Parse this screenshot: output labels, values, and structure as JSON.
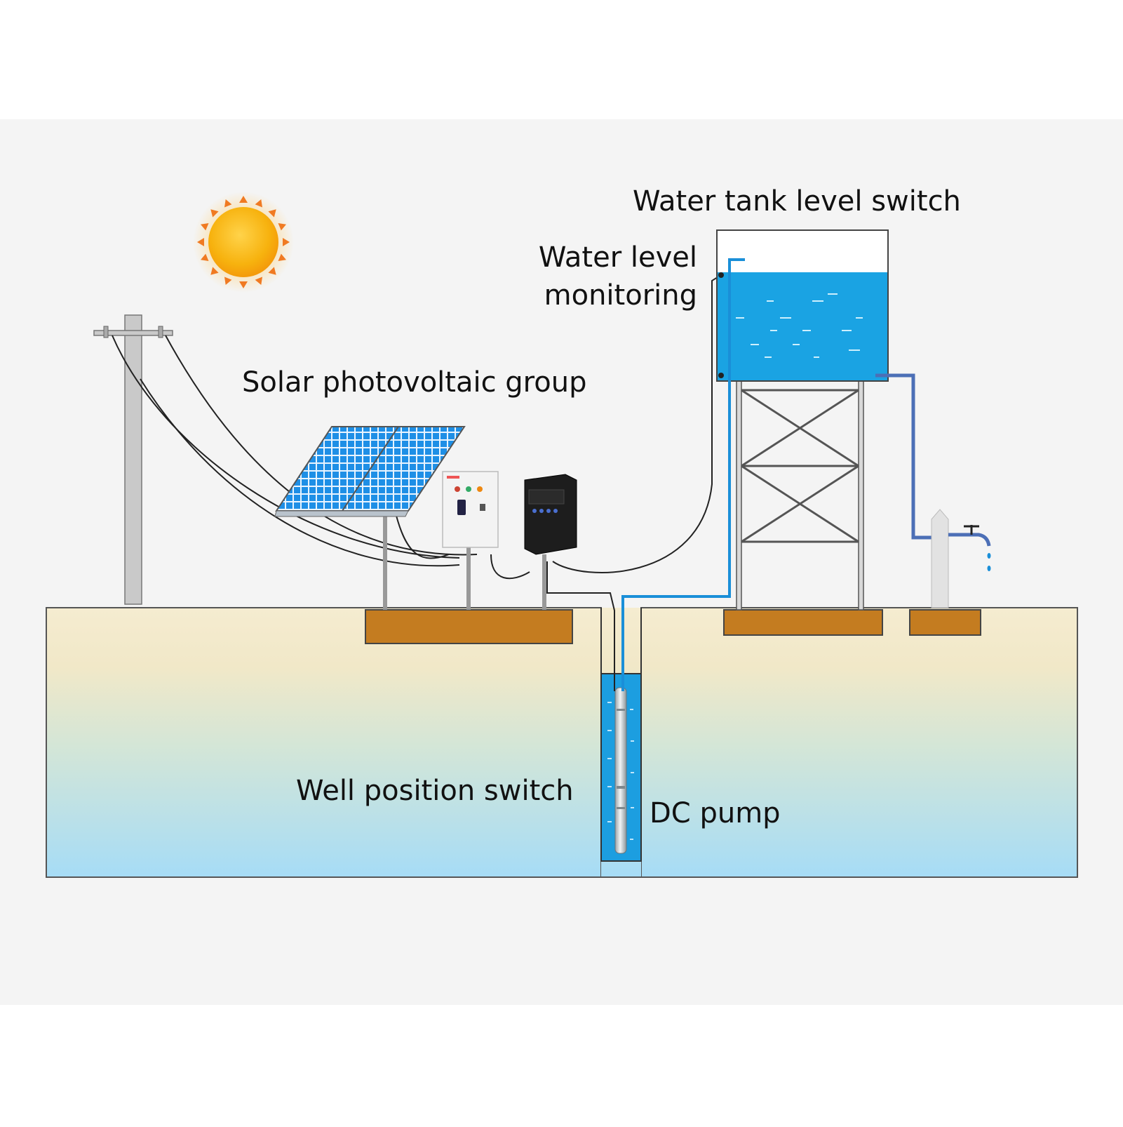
{
  "labels": {
    "water_tank_level_switch": "Water tank level switch",
    "water_level_monitoring_line1": "Water level",
    "water_level_monitoring_line2": "monitoring",
    "solar_photovoltaic_group": "Solar photovoltaic group",
    "well_position_switch": "Well position switch",
    "dc_pump": "DC pump"
  },
  "colors": {
    "background_panel": "#f4f4f4",
    "sky_white": "#ffffff",
    "ground_top": "#f5ecd0",
    "ground_bottom": "#a6dcf6",
    "foundation": "#c47c20",
    "tank_water": "#1aa3e3",
    "well_water": "#1c9ee0",
    "pipe_blue": "#1a8fd8",
    "outlet_pipe": "#4c6fb6",
    "sun_core": "#f7b20e",
    "sun_rays": "#f07a22",
    "solar_cell": "#1e8fe6",
    "pole_grey": "#c9c9c9",
    "cable": "#222222"
  },
  "icons": {
    "sun": "sun-icon",
    "utility_pole": "utility-pole-icon",
    "solar_panel": "solar-panel-icon",
    "control_box": "control-box-icon",
    "inverter": "inverter-icon",
    "water_tank": "water-tank-icon",
    "tower": "tank-tower-icon",
    "faucet": "faucet-icon",
    "pump": "dc-pump-icon"
  }
}
